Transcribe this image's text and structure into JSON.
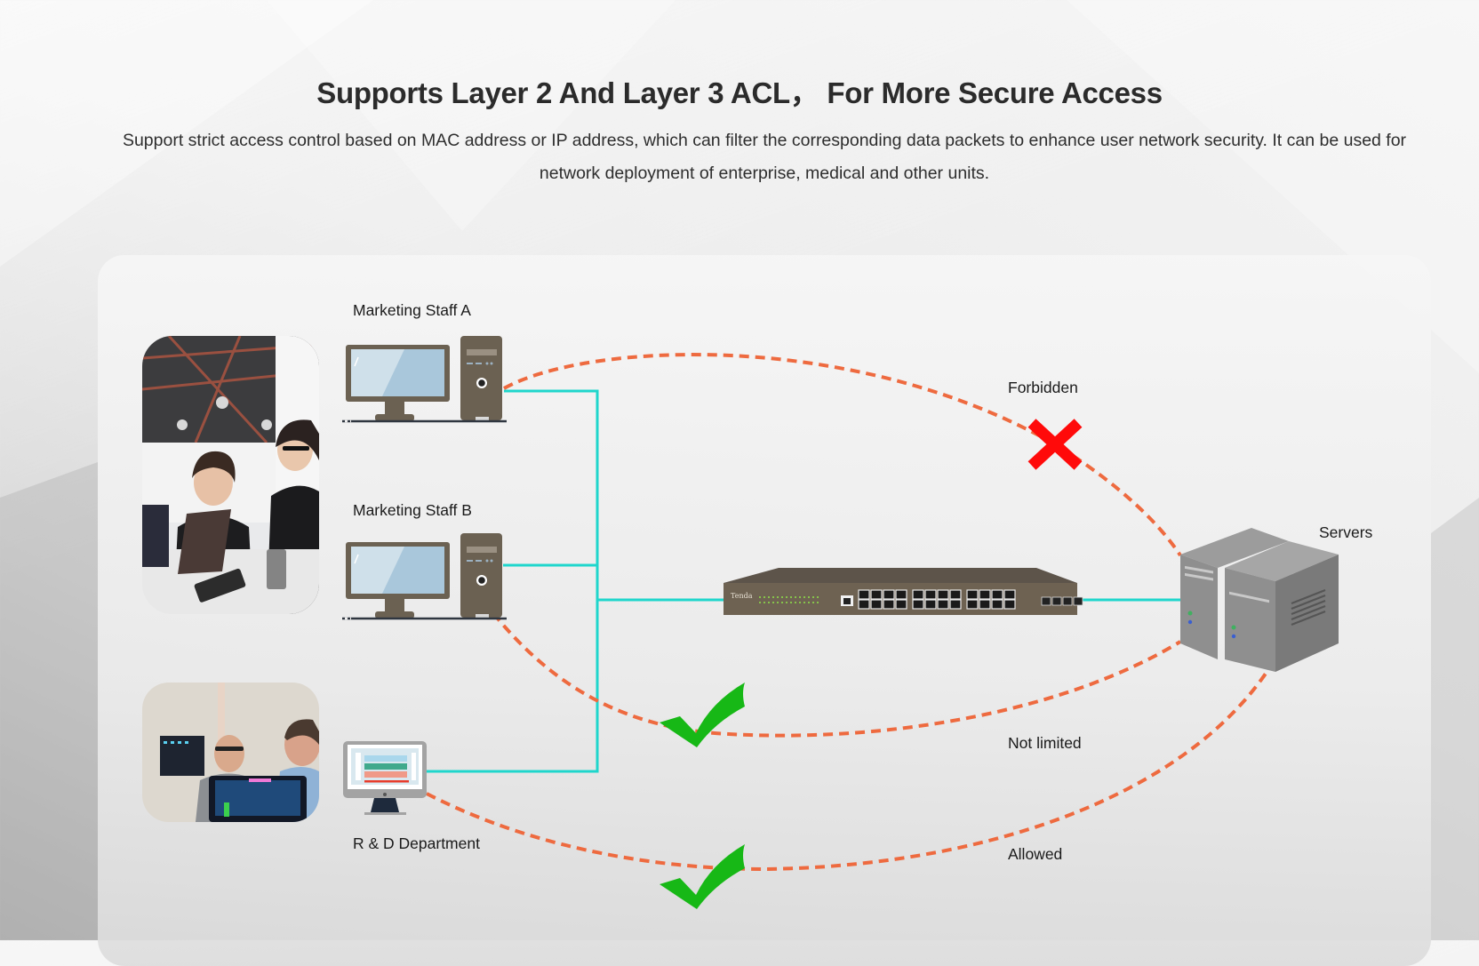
{
  "header": {
    "title": "Supports Layer 2 And Layer 3 ACL， For More Secure Access",
    "description": "Support strict access control based on MAC address or IP address, which can filter the corresponding data packets to enhance user network security. It can be used for network deployment of enterprise, medical and other units."
  },
  "diagram": {
    "nodes": {
      "staff_a": {
        "label": "Marketing Staff A",
        "icon": "desktop-computer-icon"
      },
      "staff_b": {
        "label": "Marketing Staff B",
        "icon": "desktop-computer-icon"
      },
      "rnd": {
        "label": "R & D Department",
        "icon": "monitor-icon"
      },
      "switch": {
        "brand": "Tenda",
        "icon": "network-switch-icon",
        "ports": 24,
        "sfp_ports": 4
      },
      "servers": {
        "label": "Servers",
        "icon": "server-icon"
      }
    },
    "links": [
      {
        "from": "Marketing Staff A",
        "to": "Servers",
        "status": "Forbidden",
        "marker": "cross-icon"
      },
      {
        "from": "Marketing Staff B",
        "to": "Servers",
        "status": "Not limited",
        "marker": "check-icon"
      },
      {
        "from": "R & D Department",
        "to": "Servers",
        "status": "Allowed",
        "marker": "check-icon"
      }
    ],
    "photos": [
      {
        "subject": "office-staff-photo"
      },
      {
        "subject": "rnd-engineers-photo"
      }
    ]
  },
  "colors": {
    "wire": "#1fd6cc",
    "acl_path": "#ee6a3f",
    "forbidden": "#ff0a0a",
    "allowed": "#17b816",
    "device_brown": "#6b6152",
    "screen_blue": "#a9c7db",
    "server_grey": "#8a8a8a"
  }
}
